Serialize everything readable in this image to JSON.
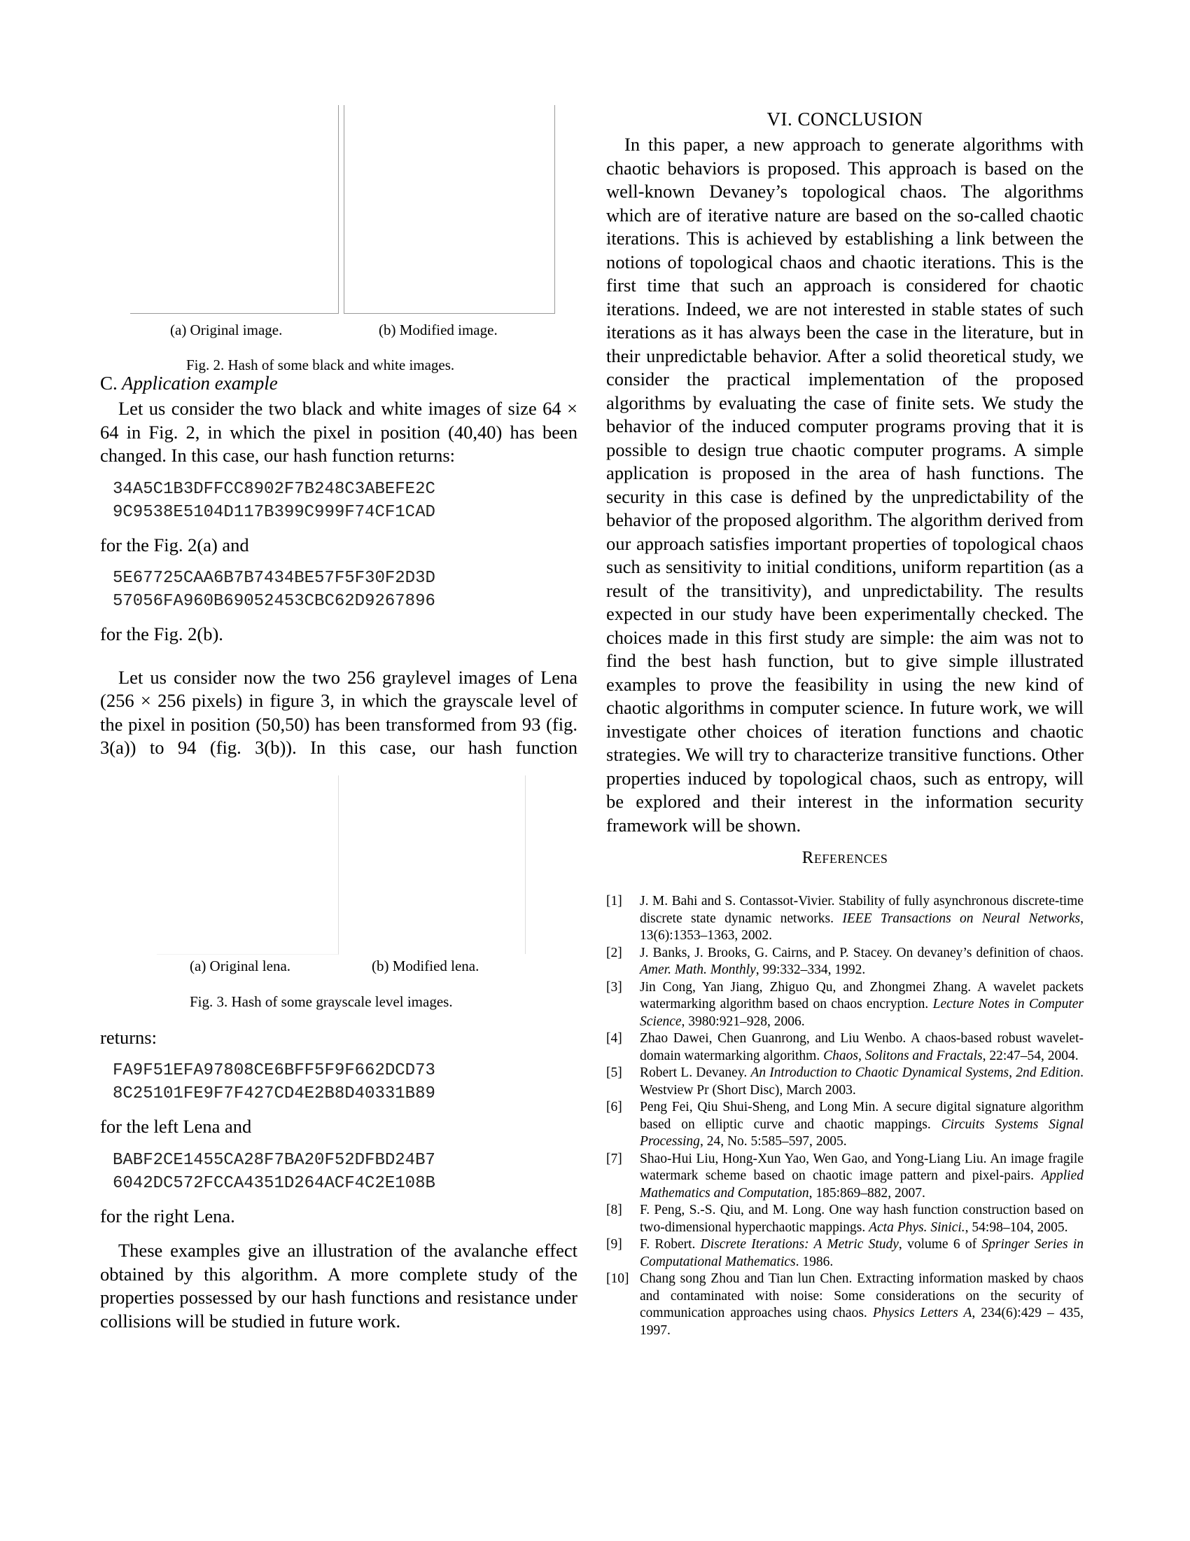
{
  "fig2": {
    "sub_a": "(a) Original image.",
    "sub_b": "(b) Modified image.",
    "caption": "Fig. 2.   Hash of some black and white images."
  },
  "subsection": {
    "letter": "C.",
    "title": "Application example"
  },
  "left": {
    "p1": "Let us consider the two black and white images of size 64 × 64 in Fig. 2, in which the pixel in position (40,40) has been changed. In this case, our hash function returns:",
    "hash1_l1": "34A5C1B3DFFCC8902F7B248C3ABEFE2C",
    "hash1_l2": "9C9538E5104D117B399C999F74CF1CAD",
    "for1": "for the Fig. 2(a) and",
    "hash2_l1": "5E67725CAA6B7B7434BE57F5F30F2D3D",
    "hash2_l2": "57056FA960B69052453CBC62D9267896",
    "for2": "for the Fig. 2(b).",
    "p2": "Let us consider now the two 256 graylevel images of Lena (256 × 256 pixels) in figure 3, in which the grayscale level of the pixel in position (50,50) has been transformed from 93 (fig. 3(a)) to 94 (fig. 3(b)). In this case, our hash function",
    "returns": "returns:",
    "hash3_l1": "FA9F51EFA97808CE6BFF5F9F662DCD73",
    "hash3_l2": "8C25101FE9F7F427CD4E2B8D40331B89",
    "for3": "for the left Lena and",
    "hash4_l1": "BABF2CE1455CA28F7BA20F52DFBD24B7",
    "hash4_l2": "6042DC572FCCA4351D264ACF4C2E108B",
    "for4": "for the right Lena.",
    "p3": "These examples give an illustration of the avalanche effect obtained by this algorithm. A more complete study of the properties possessed by our hash functions and resistance under collisions will be studied in future work."
  },
  "fig3": {
    "sub_a": "(a) Original lena.",
    "sub_b": "(b) Modified lena.",
    "caption": "Fig. 3.   Hash of some grayscale level images."
  },
  "conclusion": {
    "title": "VI. CONCLUSION",
    "text": "In this paper, a new approach to generate algorithms with chaotic behaviors is proposed. This approach is based on the well-known Devaney’s topological chaos. The algorithms which are of iterative nature are based on the so-called chaotic iterations. This is achieved by establishing a link between the notions of topological chaos and chaotic iterations. This is the first time that such an approach is considered for chaotic iterations. Indeed, we are not interested in stable states of such iterations as it has always been the case in the literature, but in their unpredictable behavior. After a solid theoretical study, we consider the practical implementation of the proposed algorithms by evaluating the case of finite sets. We study the behavior of the induced computer programs proving that it is possible to design true chaotic computer programs. A simple application is proposed in the area of hash functions. The security in this case is defined by the unpredictability of the behavior of the proposed algorithm. The algorithm derived from our approach satisfies important properties of topological chaos such as sensitivity to initial conditions, uniform repartition (as a result of the transitivity), and unpredictability. The results expected in our study have been experimentally checked. The choices made in this first study are simple: the aim was not to find the best hash function, but to give simple illustrated examples to prove the feasibility in using the new kind of chaotic algorithms in computer science. In future work, we will investigate other choices of iteration functions and chaotic strategies. We will try to characterize transitive functions. Other properties induced by topological chaos, such as entropy, will be explored and their interest in the information security framework will be shown."
  },
  "references": {
    "title": "References",
    "items": [
      {
        "num": "[1]",
        "a": "J. M. Bahi and S. Contassot-Vivier. Stability of fully asynchronous discrete-time discrete state dynamic networks. ",
        "i": "IEEE Transactions on Neural Networks",
        "b": ", 13(6):1353–1363, 2002."
      },
      {
        "num": "[2]",
        "a": "J. Banks, J. Brooks, G. Cairns, and P. Stacey. On devaney’s definition of chaos. ",
        "i": "Amer. Math. Monthly",
        "b": ", 99:332–334, 1992."
      },
      {
        "num": "[3]",
        "a": "Jin Cong, Yan Jiang, Zhiguo Qu, and Zhongmei Zhang. A wavelet packets watermarking algorithm based on chaos encryption. ",
        "i": "Lecture Notes in Computer Science",
        "b": ", 3980:921–928, 2006."
      },
      {
        "num": "[4]",
        "a": "Zhao Dawei, Chen Guanrong, and Liu Wenbo. A chaos-based robust wavelet-domain watermarking algorithm. ",
        "i": "Chaos, Solitons and Fractals",
        "b": ", 22:47–54, 2004."
      },
      {
        "num": "[5]",
        "a": "Robert L. Devaney. ",
        "i": "An Introduction to Chaotic Dynamical Systems, 2nd Edition",
        "b": ". Westview Pr (Short Disc), March 2003."
      },
      {
        "num": "[6]",
        "a": "Peng Fei, Qiu Shui-Sheng, and Long Min. A secure digital signature algorithm based on elliptic curve and chaotic mappings. ",
        "i": "Circuits Systems Signal Processing",
        "b": ", 24, No. 5:585–597, 2005."
      },
      {
        "num": "[7]",
        "a": "Shao-Hui Liu, Hong-Xun Yao, Wen Gao, and Yong-Liang Liu. An image fragile watermark scheme based on chaotic image pattern and pixel-pairs. ",
        "i": "Applied Mathematics and Computation",
        "b": ", 185:869–882, 2007."
      },
      {
        "num": "[8]",
        "a": "F. Peng, S.-S. Qiu, and M. Long. One way hash function construction based on two-dimensional hyperchaotic mappings. ",
        "i": "Acta Phys. Sinici.",
        "b": ", 54:98–104, 2005."
      },
      {
        "num": "[9]",
        "a": "F. Robert. ",
        "i": "Discrete Iterations: A Metric Study",
        "b": ", volume 6 of ",
        "i2": "Springer Series in Computational Mathematics",
        "c": ". 1986."
      },
      {
        "num": "[10]",
        "a": "Chang song Zhou and Tian lun Chen. Extracting information masked by chaos and contaminated with noise: Some considerations on the security of communication approaches using chaos. ",
        "i": "Physics Letters A",
        "b": ", 234(6):429 – 435, 1997."
      }
    ]
  }
}
